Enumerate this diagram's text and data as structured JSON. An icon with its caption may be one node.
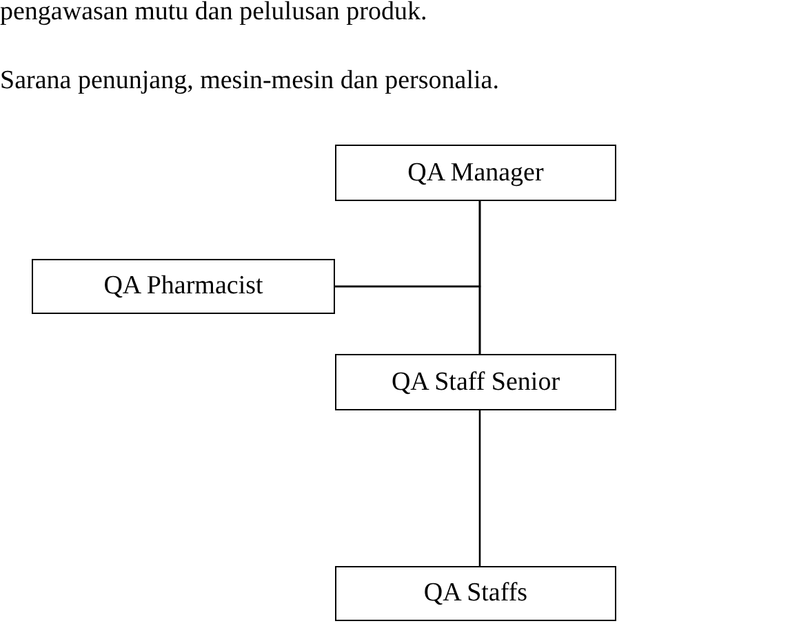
{
  "diagram": {
    "nodes": [
      {
        "text": [
          "QA Manager"
        ]
      },
      {
        "text": [
          "QA Pharmacist"
        ]
      },
      {
        "text": [
          "QA Staff Senior"
        ]
      },
      {
        "text": [
          "QA Staffs"
        ]
      }
    ],
    "edges": [
      {
        "from": 0,
        "to": 2,
        "arrow": "none"
      },
      {
        "from": 1,
        "to": 0,
        "arrow": "none"
      },
      {
        "from": 1,
        "to": 2,
        "arrow": "none"
      },
      {
        "from": 2,
        "to": 3,
        "arrow": "none"
      }
    ],
    "labels": [
      "pengawasan mutu dan pelulusan produk.",
      "Sarana penunjang, mesin-mesin dan personalia."
    ]
  }
}
